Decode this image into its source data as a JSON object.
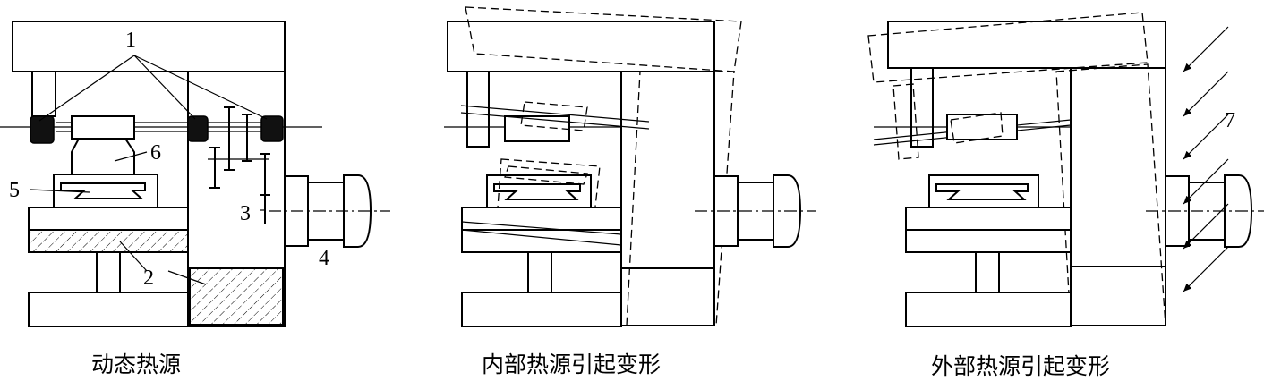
{
  "captions": {
    "left": "动态热源",
    "middle": "内部热源引起变形",
    "right": "外部热源引起变形"
  },
  "labels": {
    "n1": "1",
    "n2": "2",
    "n3": "3",
    "n4": "4",
    "n5": "5",
    "n6": "6",
    "n7": "7"
  }
}
